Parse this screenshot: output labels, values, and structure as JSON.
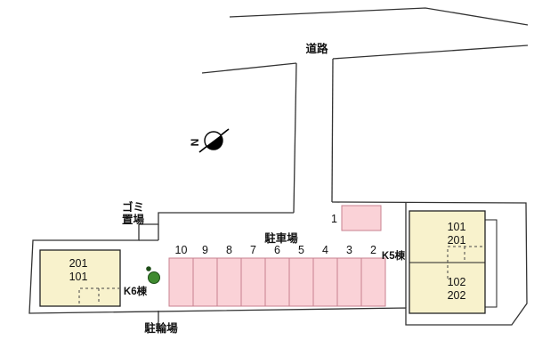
{
  "map": {
    "road_label": "道路",
    "parking_label": "駐車場",
    "bicycle_label": "駐輪場",
    "garbage_label_line1": "ゴミ",
    "garbage_label_line2": "置場",
    "compass_letter": "N",
    "buildings": {
      "k5": {
        "name": "K5棟",
        "rooms_upper": [
          "101",
          "201"
        ],
        "rooms_lower": [
          "102",
          "202"
        ]
      },
      "k6": {
        "name": "K6棟",
        "rooms": [
          "201",
          "101"
        ]
      }
    },
    "parking": {
      "stall_numbers": [
        "10",
        "9",
        "8",
        "7",
        "6",
        "5",
        "4",
        "3",
        "2"
      ],
      "separate_stall_number": "1"
    },
    "colors": {
      "outline": "#333333",
      "building_fill": "#f8f2cc",
      "stall_fill": "#fad2d7",
      "tree_fill": "#3f8a2f",
      "tree_stroke": "#1e4d18"
    }
  }
}
